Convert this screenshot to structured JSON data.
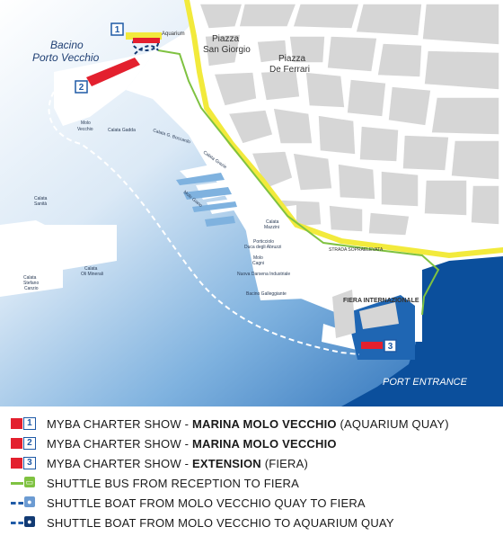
{
  "map": {
    "water_labels": {
      "bacino_line1": "Bacino",
      "bacino_line2": "Porto Vecchio",
      "port_entrance": "PORT ENTRANCE"
    },
    "place_labels": {
      "piazza_sg_1": "Piazza",
      "piazza_sg_2": "San Giorgio",
      "piazza_df_1": "Piazza",
      "piazza_df_2": "De Ferrari",
      "aquarium": "Aquarium",
      "fiera": "FIERA INTERNAZIONALE",
      "strada": "STRADA SOPRAELEVATA"
    },
    "quay_labels": {
      "molo_vecchio_1": "Molo",
      "molo_vecchio_2": "Vecchio",
      "calata_gadda": "Calata Gadda",
      "calata_boccardo": "Calata G. Boccardo",
      "calata_grazie": "Calata Grazie",
      "molo_giano": "Molo Giano",
      "calata_sanita_1": "Calata",
      "calata_sanita_2": "Sanità",
      "calata_oli_1": "Calata",
      "calata_oli_2": "Oli Minerali",
      "calata_stefano_1": "Calata",
      "calata_stefano_2": "Stefano",
      "calata_stefano_3": "Canzio",
      "calata_mazzini_1": "Calata",
      "calata_mazzini_2": "Mazzini",
      "duca_1": "Porticciolo",
      "duca_2": "Duca degli Abruzzi",
      "molo_cagni_1": "Molo",
      "molo_cagni_2": "Cagni",
      "darsena": "Nuova Darsena Industriale",
      "bacino_galleggiante": "Bacino Galleggiante"
    },
    "markers": {
      "m1": "1",
      "m2": "2",
      "m3": "3"
    }
  },
  "legend": {
    "items": [
      {
        "num": "1",
        "prefix": "MYBA CHARTER SHOW - ",
        "bold": "MARINA MOLO VECCHIO",
        "suffix": " (AQUARIUM QUAY)"
      },
      {
        "num": "2",
        "prefix": "MYBA CHARTER SHOW - ",
        "bold": "MARINA MOLO VECCHIO",
        "suffix": ""
      },
      {
        "num": "3",
        "prefix": "MYBA CHARTER SHOW - ",
        "bold": "EXTENSION",
        "suffix": " (FIERA)"
      },
      {
        "text": "SHUTTLE BUS FROM RECEPTION TO FIERA"
      },
      {
        "text": "SHUTTLE BOAT FROM MOLO VECCHIO QUAY TO FIERA"
      },
      {
        "text": "SHUTTLE BOAT FROM MOLO VECCHIO TO AQUARIUM QUAY"
      }
    ]
  },
  "colors": {
    "exhibit_red": "#e3202e",
    "route_green": "#7fc241",
    "road_yellow": "#f2ea3c",
    "sea_deep": "#0b4f9c",
    "boat_route_blue": "#1f5aa6"
  }
}
